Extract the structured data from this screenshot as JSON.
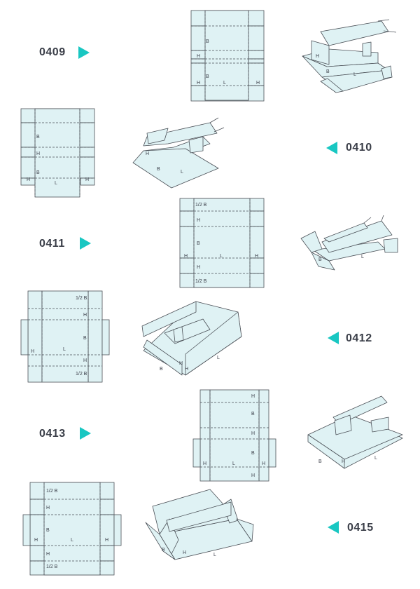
{
  "catalog": {
    "fill_color": "#dff2f4",
    "stroke_color": "#4a4f56",
    "arrow_color": "#19c7c2",
    "styles": [
      {
        "code": "0409",
        "arrow": "right",
        "labels": {
          "b": "B",
          "h": "H",
          "l": "L"
        }
      },
      {
        "code": "0410",
        "arrow": "left",
        "labels": {
          "b": "B",
          "h": "H",
          "l": "L"
        }
      },
      {
        "code": "0411",
        "arrow": "right",
        "labels": {
          "half_b": "1/2 B",
          "b": "B",
          "h": "H",
          "l": "L"
        }
      },
      {
        "code": "0412",
        "arrow": "left",
        "labels": {
          "half_b": "1/2 B",
          "b": "B",
          "h": "H",
          "l": "L"
        }
      },
      {
        "code": "0413",
        "arrow": "right",
        "labels": {
          "b": "B",
          "h": "H",
          "l": "L"
        }
      },
      {
        "code": "0415",
        "arrow": "left",
        "labels": {
          "half_b": "1/2 B",
          "b": "B",
          "h": "H",
          "l": "L"
        }
      }
    ]
  }
}
